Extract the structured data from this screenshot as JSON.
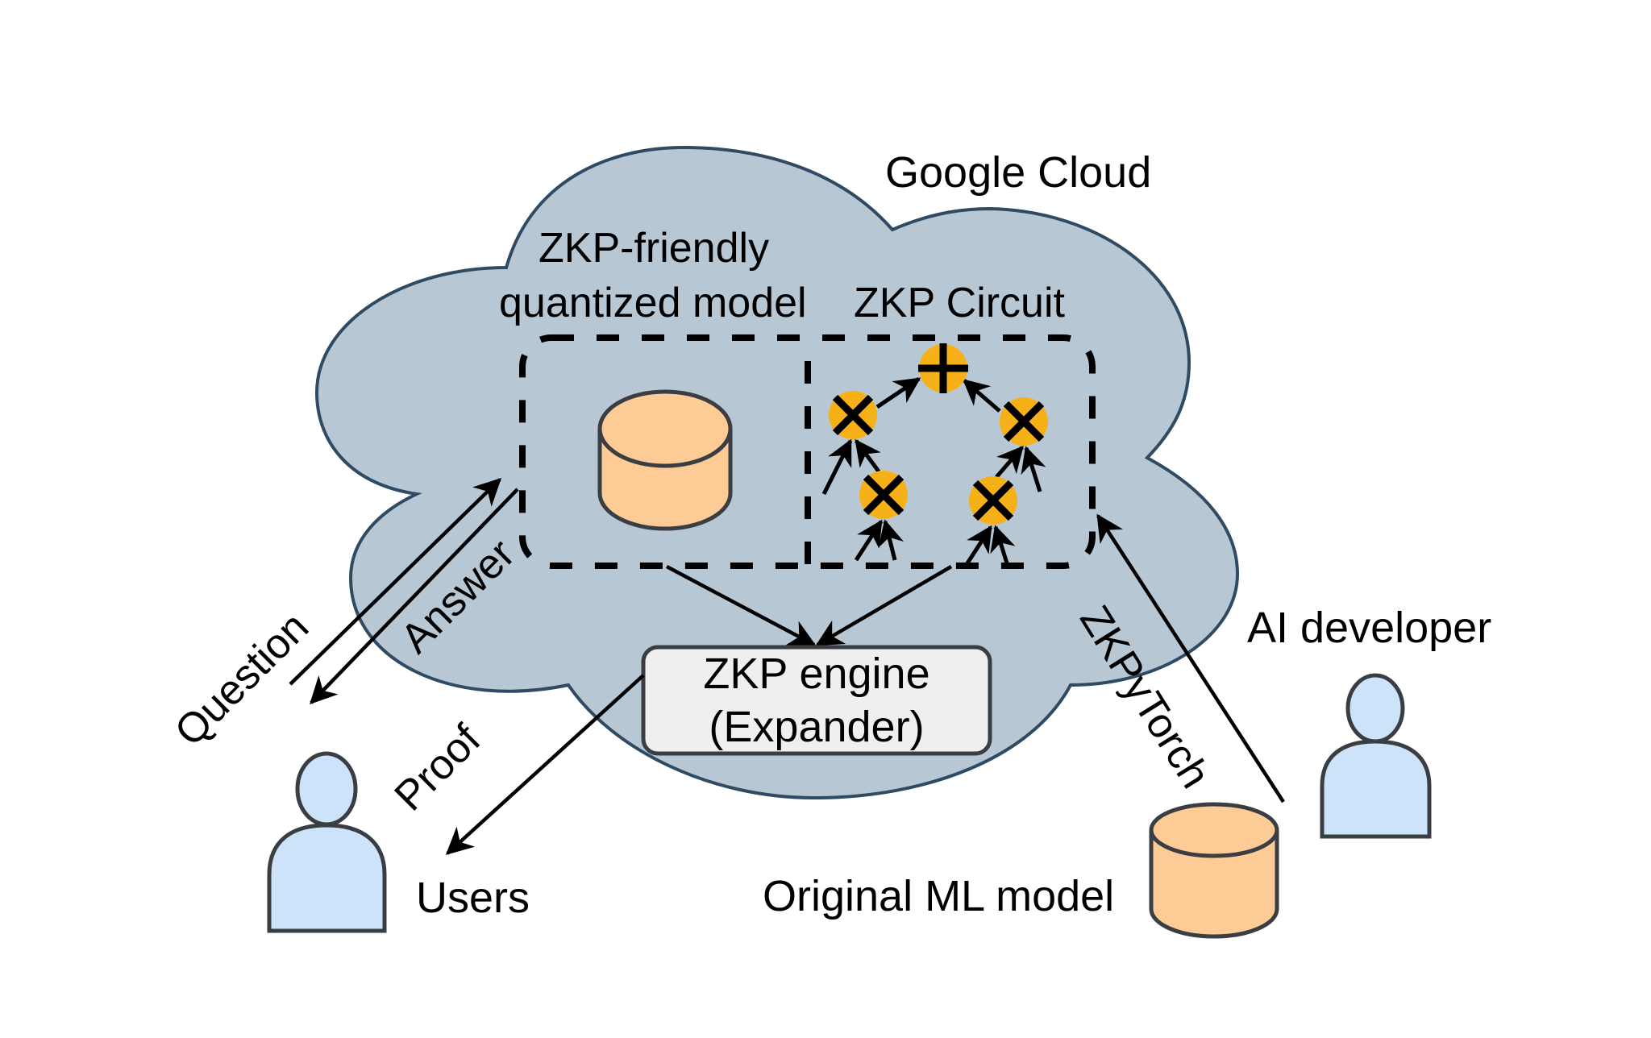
{
  "diagram": {
    "cloud": {
      "label": "Google Cloud",
      "fill": "#b8c7d4",
      "stroke": "#2f4a63"
    },
    "model_box": {
      "label_line1": "ZKP-friendly",
      "label_line2": "quantized model",
      "circuit_label": "ZKP Circuit"
    },
    "circuit": {
      "node_color": "#f5b117",
      "nodes": [
        {
          "id": "add",
          "op": "+",
          "icon": "plus-icon"
        },
        {
          "id": "mul1",
          "op": "×",
          "icon": "times-icon"
        },
        {
          "id": "mul2",
          "op": "×",
          "icon": "times-icon"
        },
        {
          "id": "mul3",
          "op": "×",
          "icon": "times-icon"
        },
        {
          "id": "mul4",
          "op": "×",
          "icon": "times-icon"
        }
      ]
    },
    "engine": {
      "line1": "ZKP engine",
      "line2": "(Expander)",
      "fill": "#efefef"
    },
    "edges": {
      "question": "Question",
      "answer": "Answer",
      "proof": "Proof",
      "zkpytorch": "ZKPyTorch"
    },
    "actors": {
      "users": "Users",
      "ai_developer": "AI developer",
      "person_fill": "#cce3f9"
    },
    "original_model": {
      "label": "Original ML model",
      "fill": "#fdcb96"
    }
  }
}
